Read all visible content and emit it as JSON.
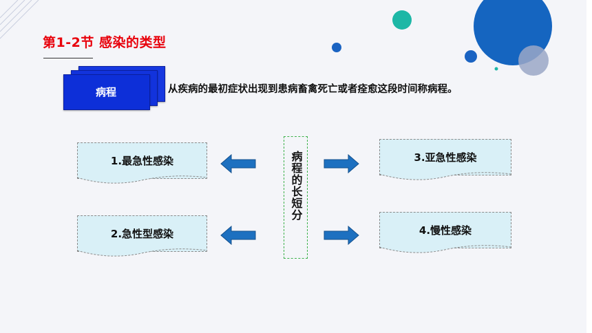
{
  "header": {
    "title": "第1-2节  感染的类型"
  },
  "term": {
    "label": "病程"
  },
  "definition": {
    "text": "从疾病的最初症状出现到患病畜禽死亡或者痊愈这段时间称病程。"
  },
  "center": {
    "text": "病程的长短分"
  },
  "cards": {
    "c1": "1.最急性感染",
    "c2": "2.急性型感染",
    "c3": "3.亚急性感染",
    "c4": "4.慢性感染"
  },
  "colors": {
    "title": "#e8000b",
    "term_box": "#0d2fd8",
    "card_fill": "#d9f0f7",
    "arrow": "#1d70c0",
    "circle_blue": "#1565c0",
    "circle_teal": "#1db7a6",
    "circle_grey": "#9aa7c7",
    "center_border": "#3cb14a"
  },
  "icons": [
    "left-arrow-icon",
    "right-arrow-icon",
    "decorative-circle-icon",
    "decorative-stripes-icon"
  ]
}
